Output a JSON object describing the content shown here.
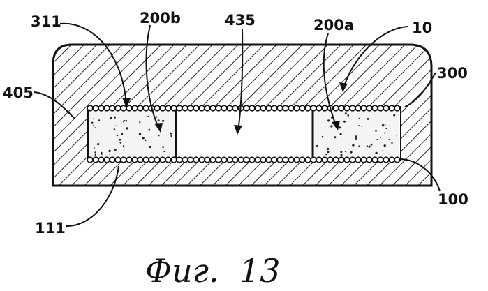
{
  "figure": {
    "labels": {
      "l311": "311",
      "l200b": "200b",
      "l435": "435",
      "l200a": "200a",
      "l10": "10",
      "l405": "405",
      "l300": "300",
      "l100": "100",
      "l111": "111"
    },
    "caption": "Фиг.  13"
  }
}
